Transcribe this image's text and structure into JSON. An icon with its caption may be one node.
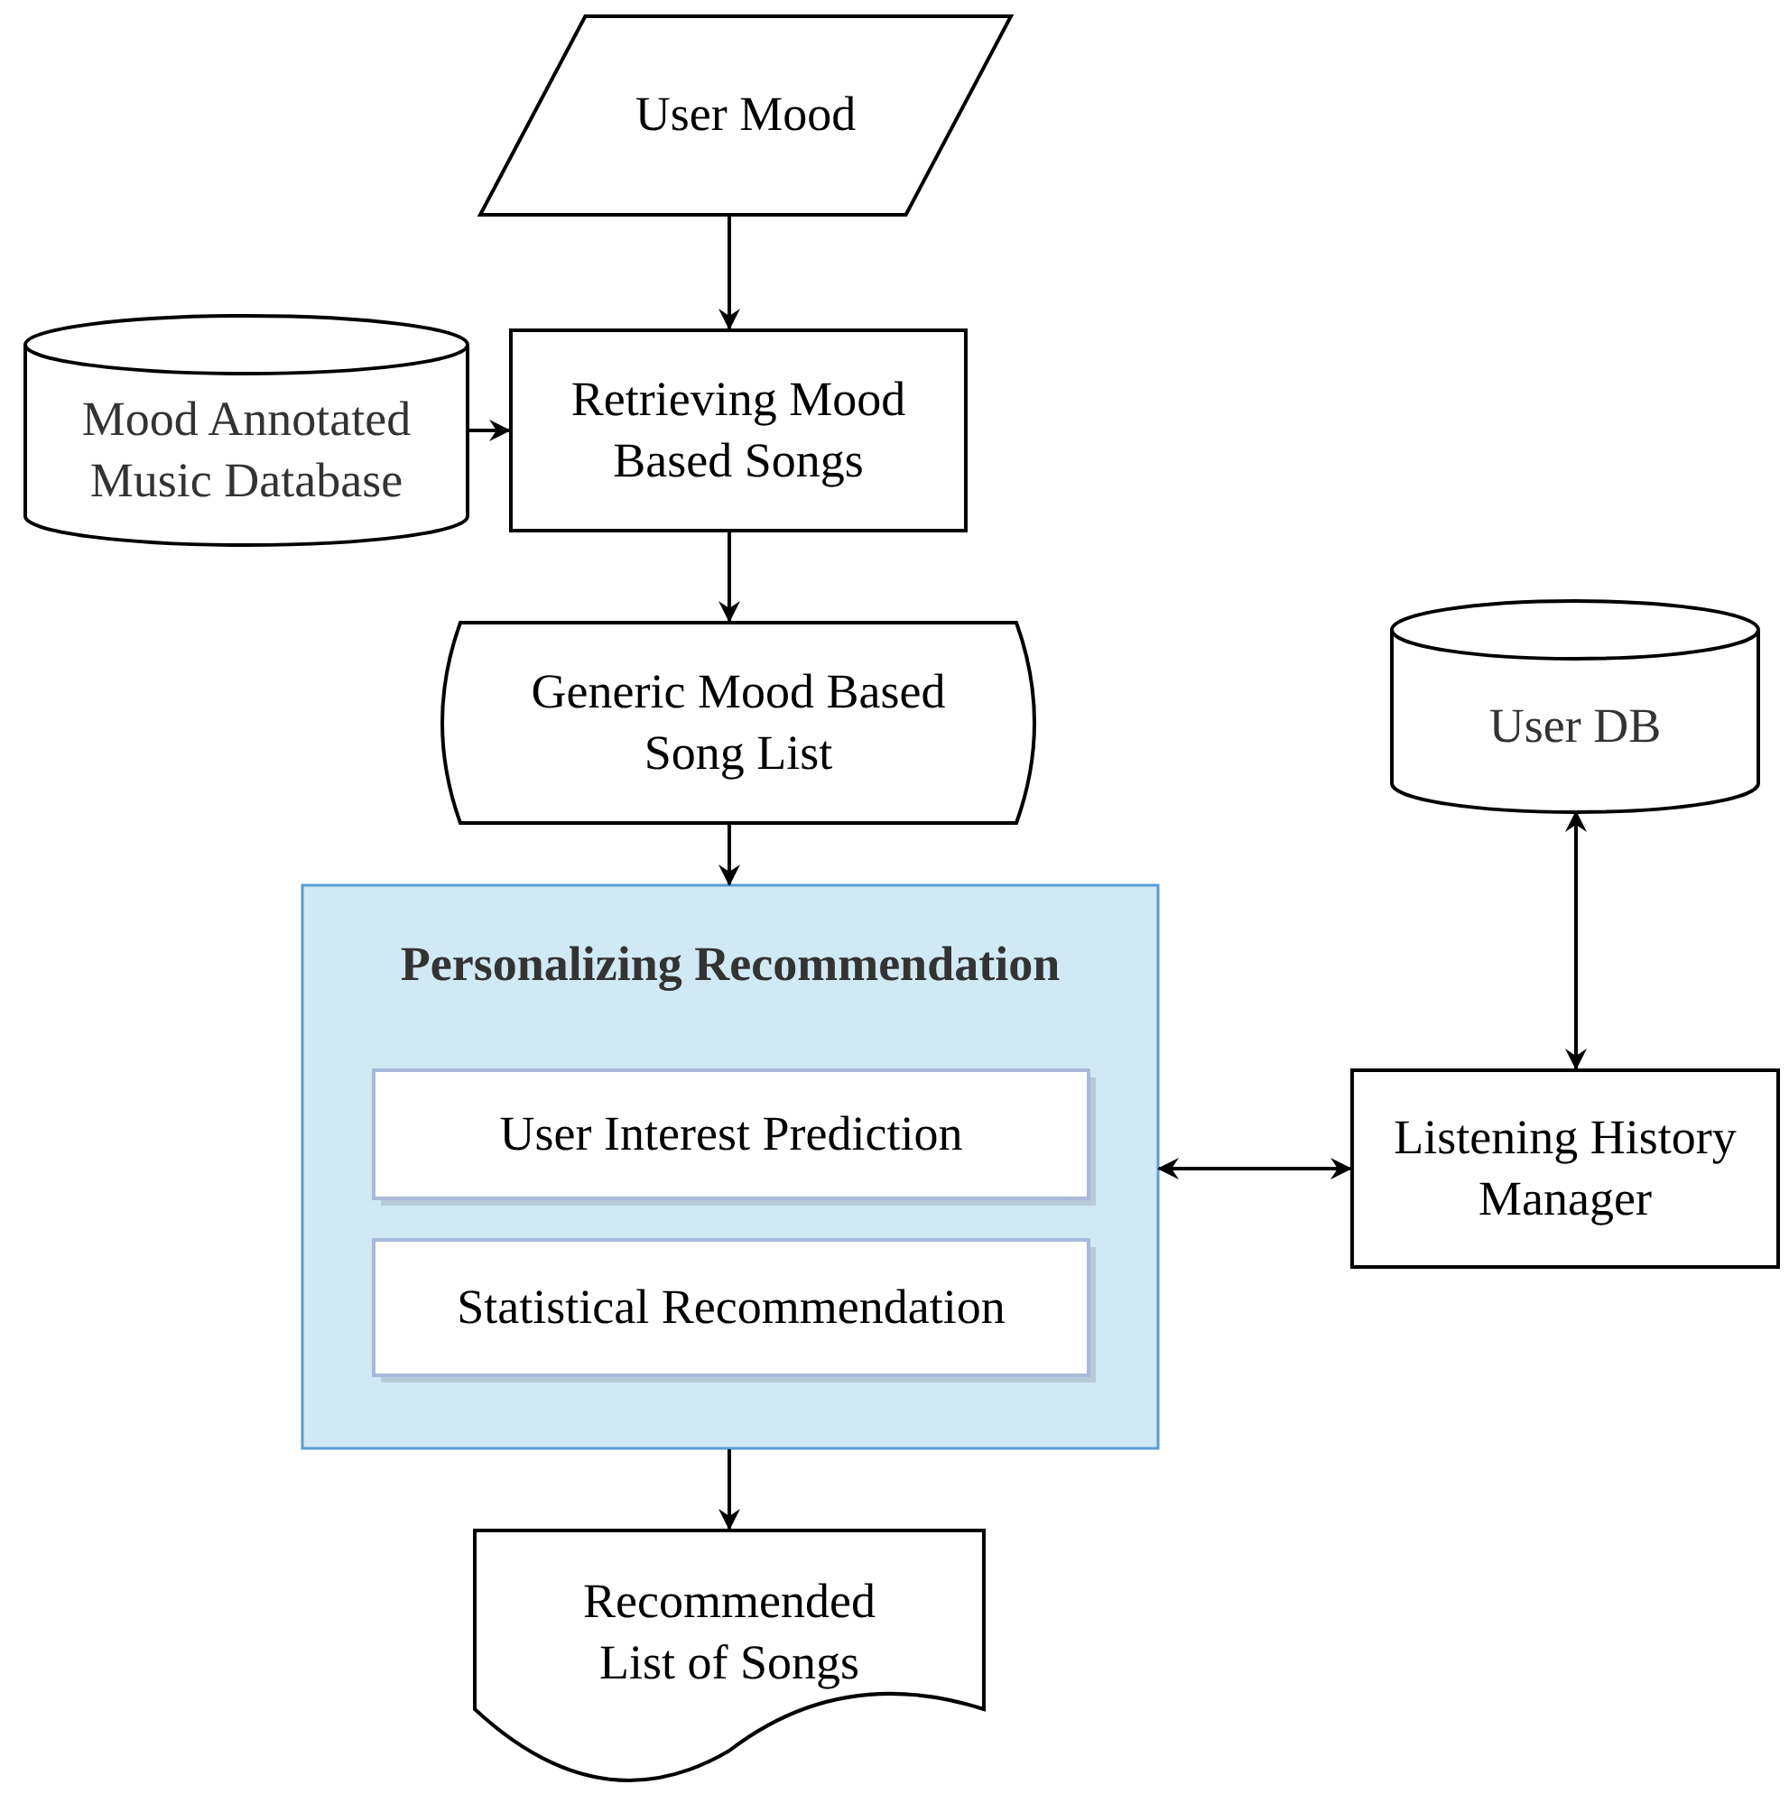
{
  "diagram": {
    "nodes": [
      {
        "text": [
          "User Mood"
        ]
      },
      {
        "text": [
          "Mood Annotated Music Database"
        ]
      },
      {
        "text": [
          "Retrieving Mood Based Songs"
        ]
      },
      {
        "text": [
          "Generic Mood Based Song List"
        ]
      },
      {
        "text": [
          "User DB"
        ]
      },
      {
        "text": [
          "Personalizing Recommendation"
        ]
      },
      {
        "text": [
          "User Interest Prediction"
        ],
        "in": 5
      },
      {
        "text": [
          "Statistical Recommendation"
        ],
        "in": 5
      },
      {
        "text": [
          "Listening History Manager"
        ]
      },
      {
        "text": [
          "Recommended List of Songs"
        ]
      }
    ],
    "edges": [
      {
        "from": 0,
        "to": 2,
        "arrow": "to"
      },
      {
        "from": 1,
        "to": 2,
        "arrow": "to"
      },
      {
        "from": 2,
        "to": 3,
        "arrow": "to"
      },
      {
        "from": 3,
        "to": 5,
        "arrow": "to"
      },
      {
        "from": 5,
        "to": 8,
        "arrow": "both"
      },
      {
        "from": 4,
        "to": 8,
        "arrow": "both"
      },
      {
        "from": 5,
        "to": 9,
        "arrow": "to"
      }
    ]
  }
}
